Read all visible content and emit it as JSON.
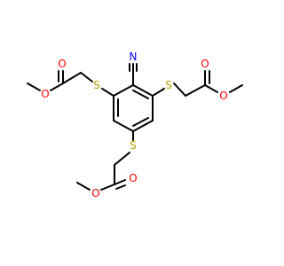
{
  "molecule": {
    "atom_colors": {
      "O": "#ff0000",
      "S": "#b3a100",
      "N": "#0000ff",
      "C": "#000000"
    },
    "atoms": {
      "n_nitrile": "N",
      "s_left": "S",
      "s_right": "S",
      "s_bottom": "S",
      "o_left_carbonyl": "O",
      "o_left_ester": "O",
      "o_right_carbonyl": "O",
      "o_right_ester": "O",
      "o_bottom_carbonyl": "O",
      "o_bottom_ester": "O"
    }
  }
}
